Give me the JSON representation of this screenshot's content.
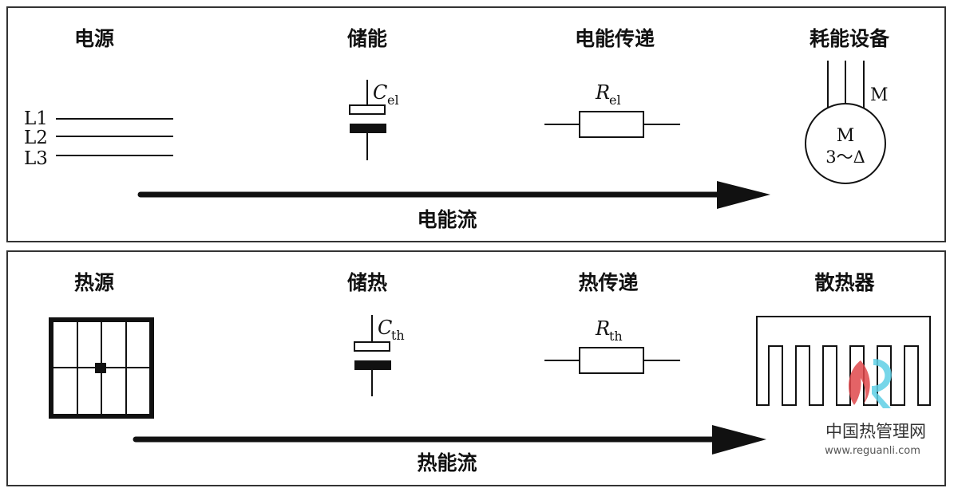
{
  "electric": {
    "labels": {
      "source": "电源",
      "storage": "储能",
      "transfer": "电能传递",
      "load": "耗能设备"
    },
    "flow_label": "电能流",
    "phases": [
      "L1",
      "L2",
      "L3"
    ],
    "capacitor": {
      "symbol": "C",
      "subscript": "el"
    },
    "resistor": {
      "symbol": "R",
      "subscript": "el"
    },
    "motor": {
      "outer_label": "M",
      "inner_label": "M",
      "inner_sub": "3～Δ"
    }
  },
  "thermal": {
    "labels": {
      "source": "热源",
      "storage": "储热",
      "transfer": "热传递",
      "sink": "散热器"
    },
    "flow_label": "热能流",
    "capacitor": {
      "symbol": "C",
      "subscript": "th"
    },
    "resistor": {
      "symbol": "R",
      "subscript": "th"
    }
  },
  "watermark": {
    "name": "中国热管理网",
    "url": "www.reguanli.com",
    "colors": {
      "red": "#e0484c",
      "cyan": "#5fd0e6"
    }
  }
}
